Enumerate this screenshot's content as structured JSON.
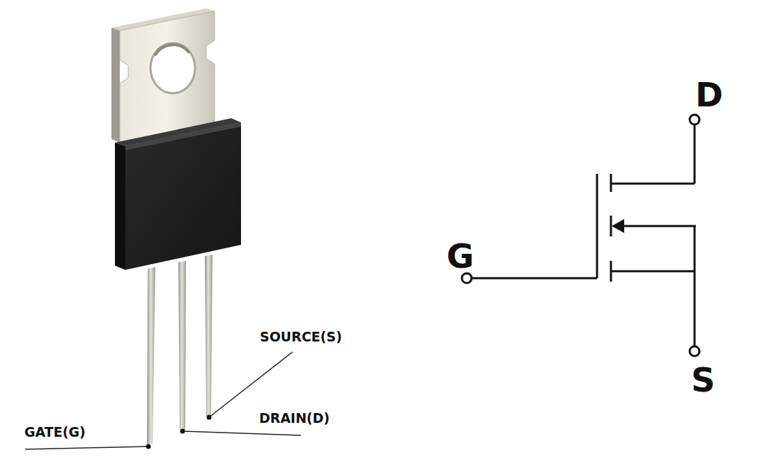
{
  "diagram": {
    "labels": [
      "SOURCE(S)",
      "DRAIN(D)",
      "GATE(G)",
      "D",
      "G",
      "S"
    ]
  }
}
